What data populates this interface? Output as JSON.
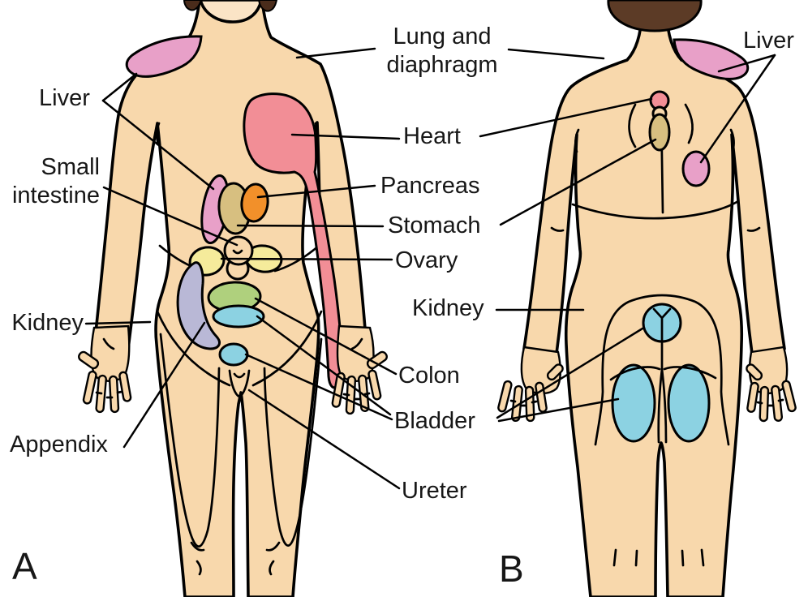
{
  "labels": {
    "lung_and_diaphragm": {
      "line1": "Lung and",
      "line2": "diaphragm"
    },
    "liver_front": "Liver",
    "small_intestine": {
      "line1": "Small",
      "line2": "intestine"
    },
    "heart": "Heart",
    "pancreas": "Pancreas",
    "stomach": "Stomach",
    "ovary": "Ovary",
    "kidney_front": "Kidney",
    "kidney_back": "Kidney",
    "colon": "Colon",
    "bladder": "Bladder",
    "ureter": "Ureter",
    "liver_back": "Liver",
    "appendix": "Appendix",
    "panel_a": "A",
    "panel_b": "B"
  },
  "colors": {
    "skin": "#F8D8AC",
    "skin_light": "#FBE4C6",
    "outline": "#000000",
    "hair_front": "#4A2C1B",
    "hair_back": "#5C3B26",
    "heart_red": "#F28E96",
    "liver_pink": "#E8A0C8",
    "stomach_tan": "#D7BF80",
    "pancreas_orange": "#F2902A",
    "ovary_yellow": "#F5EB9B",
    "colon_green": "#AFD07D",
    "bladder_blue": "#8CD2E2",
    "appendix_lavender": "#B9B8D6"
  }
}
